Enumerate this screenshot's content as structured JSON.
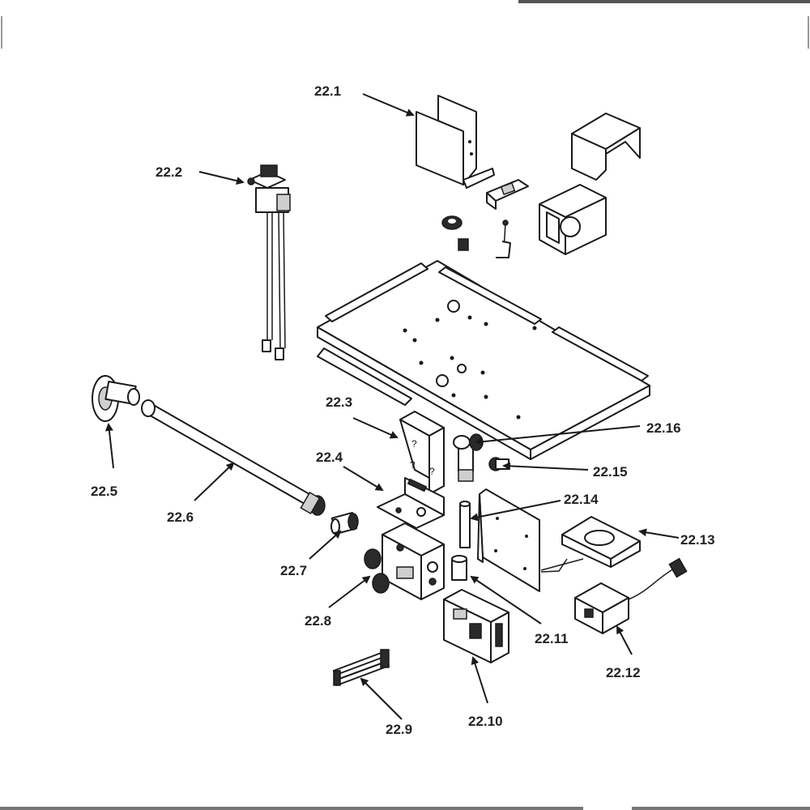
{
  "callouts": {
    "c22_1": "22.1",
    "c22_2": "22.2",
    "c22_3": "22.3",
    "c22_4": "22.4",
    "c22_5": "22.5",
    "c22_6": "22.6",
    "c22_7": "22.7",
    "c22_8": "22.8",
    "c22_9": "22.9",
    "c22_10": "22.10",
    "c22_11": "22.11",
    "c22_12": "22.12",
    "c22_13": "22.13",
    "c22_14": "22.14",
    "c22_15": "22.15",
    "c22_16": "22.16"
  },
  "colors": {
    "ink": "#1a1a1a",
    "background": "#ffffff"
  }
}
